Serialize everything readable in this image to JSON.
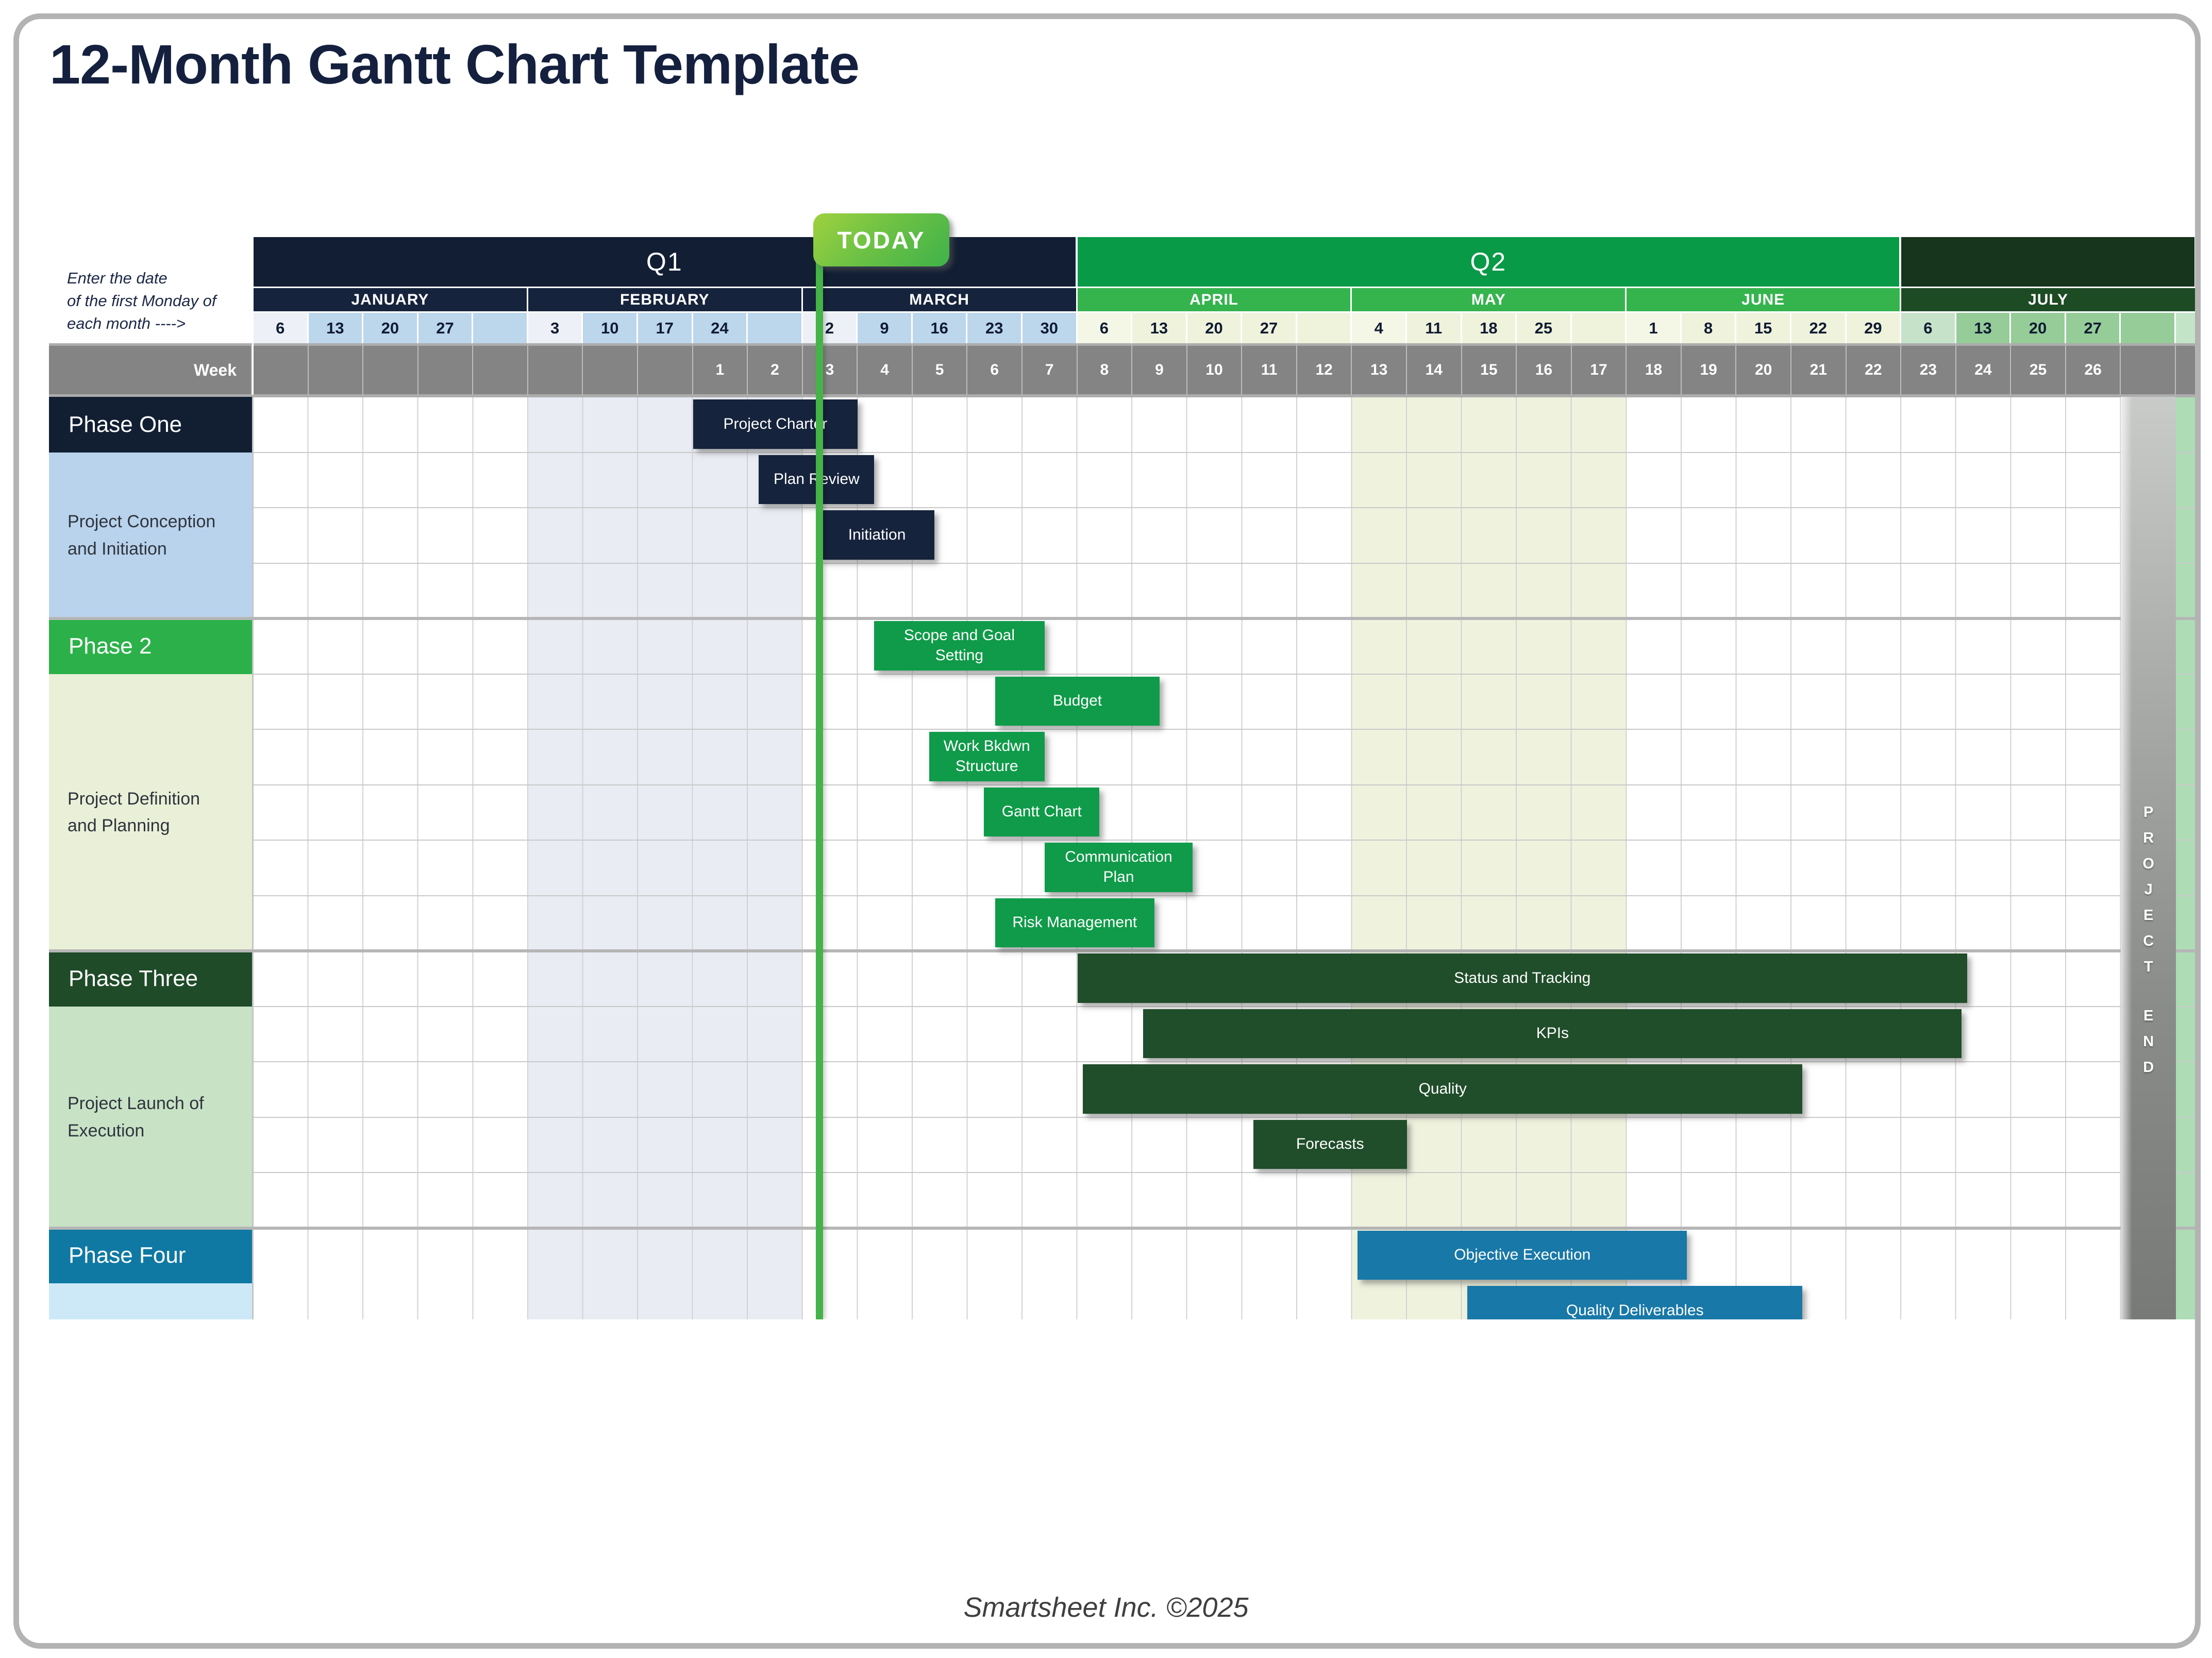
{
  "title": "12-Month Gantt Chart Template",
  "note_lines": [
    "Enter the date",
    "of the first Monday of",
    "each month ---->"
  ],
  "footer": "Smartsheet Inc. ©2025",
  "week_row_label": "Week",
  "today": {
    "label": "TODAY",
    "week": 3.3
  },
  "project_end": {
    "text": "PROJECT END",
    "letters": [
      "P",
      "R",
      "O",
      "J",
      "E",
      "C",
      "T",
      "",
      "E",
      "N",
      "D"
    ]
  },
  "colors": {
    "title_text": "#14203E",
    "q1": "#121E33",
    "q1_month": "#16233C",
    "q2": "#089A47",
    "q2_month": "#35B44E",
    "q3": "#17341C",
    "q3_month": "#1D4B24",
    "date_q1_first": "#EDF0F6",
    "date_q1": "#BCD6EC",
    "date_q2_first": "#F5F7E6",
    "date_q2": "#EFF3DC",
    "date_q3_first": "#C6E3C9",
    "date_q3": "#95CC98",
    "date_strip": "#C4E4C8",
    "week_bg": "#848484",
    "band_feb": "#E9ECF3",
    "band_may": "#EFF3DE",
    "today_line": "#45B347",
    "strip": "#AEDCB5",
    "grid_line": "#D2D2D2",
    "row_line": "#C9C9C9",
    "phase_line": "#B6B6B6",
    "grid_top_line": "#ADADAD",
    "footer_text": "#3F3F3F"
  },
  "chart_data": {
    "type": "gantt",
    "weeks_shown": 26,
    "quarters": [
      {
        "label": "Q1"
      },
      {
        "label": "Q2"
      },
      {
        "label": ""
      }
    ],
    "months": [
      {
        "name": "JANUARY",
        "quarter": "Q1",
        "dates": [
          "6",
          "13",
          "20",
          "27",
          ""
        ],
        "band": false
      },
      {
        "name": "FEBRUARY",
        "quarter": "Q1",
        "dates": [
          "3",
          "10",
          "17",
          "24",
          ""
        ],
        "band": true
      },
      {
        "name": "MARCH",
        "quarter": "Q1",
        "dates": [
          "2",
          "9",
          "16",
          "23",
          "30"
        ],
        "band": false
      },
      {
        "name": "APRIL",
        "quarter": "Q2",
        "dates": [
          "6",
          "13",
          "20",
          "27",
          ""
        ],
        "band": false
      },
      {
        "name": "MAY",
        "quarter": "Q2",
        "dates": [
          "4",
          "11",
          "18",
          "25",
          ""
        ],
        "band": true
      },
      {
        "name": "JUNE",
        "quarter": "Q2",
        "dates": [
          "1",
          "8",
          "15",
          "22",
          "29"
        ],
        "band": false
      },
      {
        "name": "JULY",
        "quarter": "Q3",
        "dates": [
          "6",
          "13",
          "20",
          "27",
          ""
        ],
        "band": false
      }
    ],
    "week_of_columns": [
      "",
      "",
      "",
      "",
      "",
      "",
      "",
      "",
      "1",
      "2",
      "3",
      "4",
      "5",
      "6",
      "7",
      "8",
      "9",
      "10",
      "11",
      "12",
      "13",
      "14",
      "15",
      "16",
      "17",
      "18",
      "19",
      "20",
      "21",
      "22",
      "23",
      "24",
      "25",
      "26",
      ""
    ],
    "today_week": 3.3,
    "phases": [
      {
        "name": "Phase One",
        "subtitle": "Project Conception and Initiation",
        "header_bg": "#121F33",
        "body_bg": "#B9D3ED",
        "bar_bg": "#16233C",
        "rows": 4,
        "tasks": [
          {
            "label": "Project Charter",
            "row": 0,
            "start_week": 1.0,
            "end_week": 4.0
          },
          {
            "label": "Plan Review",
            "row": 1,
            "start_week": 2.2,
            "end_week": 4.3
          },
          {
            "label": "Initiation",
            "row": 2,
            "start_week": 3.3,
            "end_week": 5.4
          }
        ]
      },
      {
        "name": "Phase 2",
        "subtitle": "Project Definition and Planning",
        "header_bg": "#2CB14A",
        "body_bg": "#EAF0D8",
        "bar_bg": "#0F9B49",
        "rows": 6,
        "tasks": [
          {
            "label": "Scope and Goal Setting",
            "row": 0,
            "start_week": 4.3,
            "end_week": 7.4
          },
          {
            "label": "Budget",
            "row": 1,
            "start_week": 6.5,
            "end_week": 9.5
          },
          {
            "label": "Work Bkdwn Structure",
            "row": 2,
            "start_week": 5.3,
            "end_week": 7.4
          },
          {
            "label": "Gantt Chart",
            "row": 3,
            "start_week": 6.3,
            "end_week": 8.4
          },
          {
            "label": "Communication Plan",
            "row": 4,
            "start_week": 7.4,
            "end_week": 10.1
          },
          {
            "label": "Risk Management",
            "row": 5,
            "start_week": 6.5,
            "end_week": 9.4
          }
        ]
      },
      {
        "name": "Phase Three",
        "subtitle": "Project Launch of Execution",
        "header_bg": "#1F4B28",
        "body_bg": "#C8E2C6",
        "bar_bg": "#204D2A",
        "rows": 5,
        "tasks": [
          {
            "label": "Status  and Tracking",
            "row": 0,
            "start_week": 8.0,
            "end_week": 24.2
          },
          {
            "label": "KPIs",
            "row": 1,
            "start_week": 9.2,
            "end_week": 24.1
          },
          {
            "label": "Quality",
            "row": 2,
            "start_week": 8.1,
            "end_week": 21.2
          },
          {
            "label": "Forecasts",
            "row": 3,
            "start_week": 11.2,
            "end_week": 14.0
          }
        ]
      },
      {
        "name": "Phase Four",
        "subtitle": "",
        "header_bg": "#0F79A3",
        "body_bg": "#CDE9F8",
        "bar_bg": "#1878A8",
        "rows": 2,
        "tasks": [
          {
            "label": "Objective Execution",
            "row": 0,
            "start_week": 13.1,
            "end_week": 19.1
          },
          {
            "label": "Quality Deliverables",
            "row": 1,
            "start_week": 15.1,
            "end_week": 21.2
          }
        ]
      }
    ]
  }
}
